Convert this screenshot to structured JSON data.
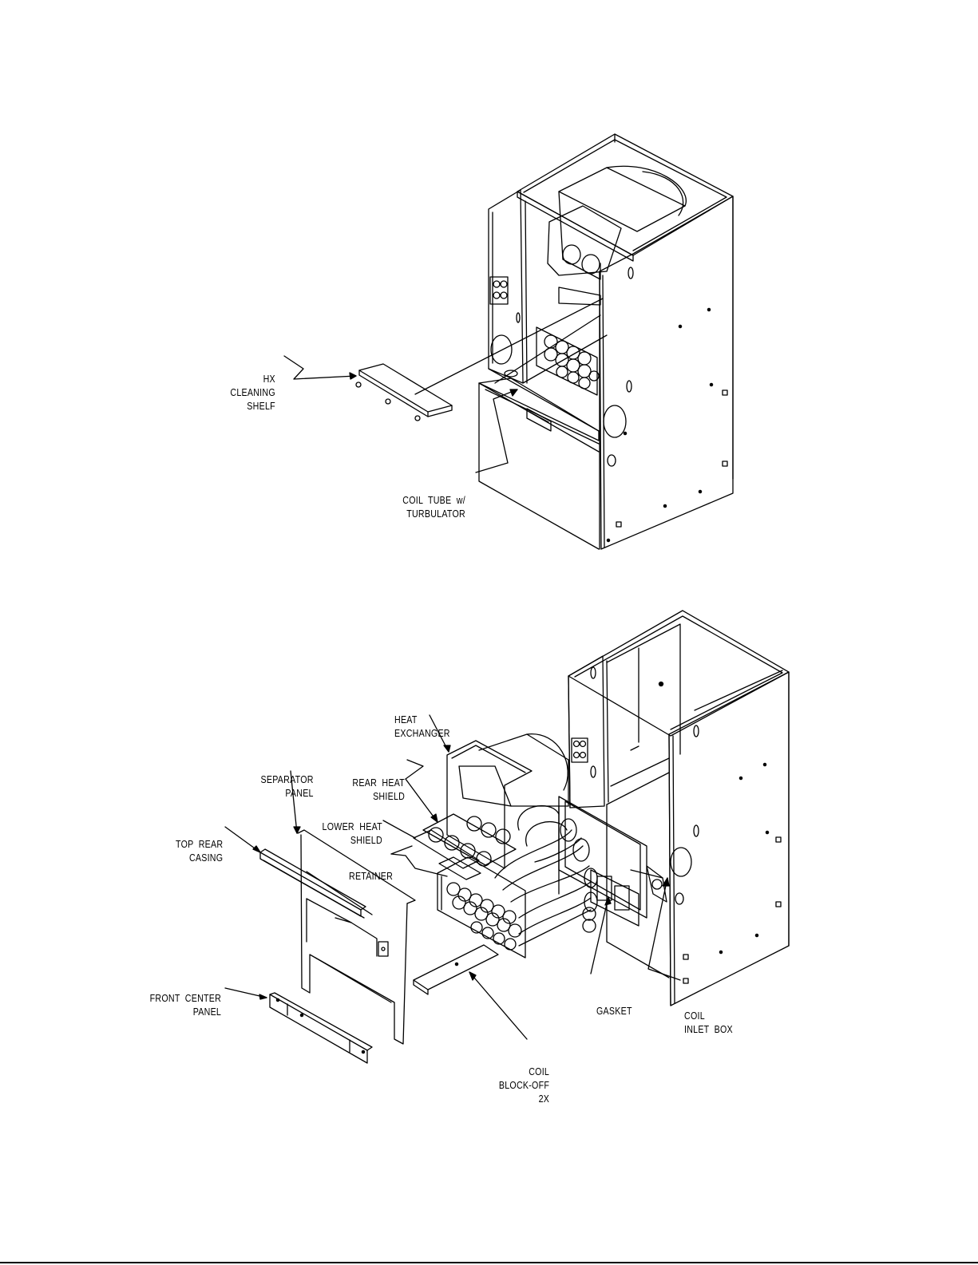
{
  "labels": {
    "hx_cleaning_shelf": [
      "HX",
      "CLEANING",
      "SHELF"
    ],
    "coil_tube": [
      "COIL  TUBE  w/",
      "TURBULATOR"
    ],
    "heat_exchanger": [
      "HEAT",
      "EXCHANGER"
    ],
    "separator_panel": [
      "SEPARATOR",
      "PANEL"
    ],
    "rear_heat_shield": [
      "REAR  HEAT",
      "SHIELD"
    ],
    "lower_heat_shield": [
      "LOWER  HEAT",
      "SHIELD"
    ],
    "top_rear_casing": [
      "TOP  REAR",
      "CASING"
    ],
    "retainer": [
      "RETAINER"
    ],
    "front_center_panel": [
      "FRONT  CENTER",
      "PANEL"
    ],
    "gasket": [
      "GASKET"
    ],
    "coil_inlet_box": [
      "COIL",
      "INLET  BOX"
    ],
    "coil_block_off": [
      "COIL",
      "BLOCK-OFF",
      "2X"
    ]
  },
  "colors": {
    "line": "#000000",
    "background": "#ffffff"
  }
}
